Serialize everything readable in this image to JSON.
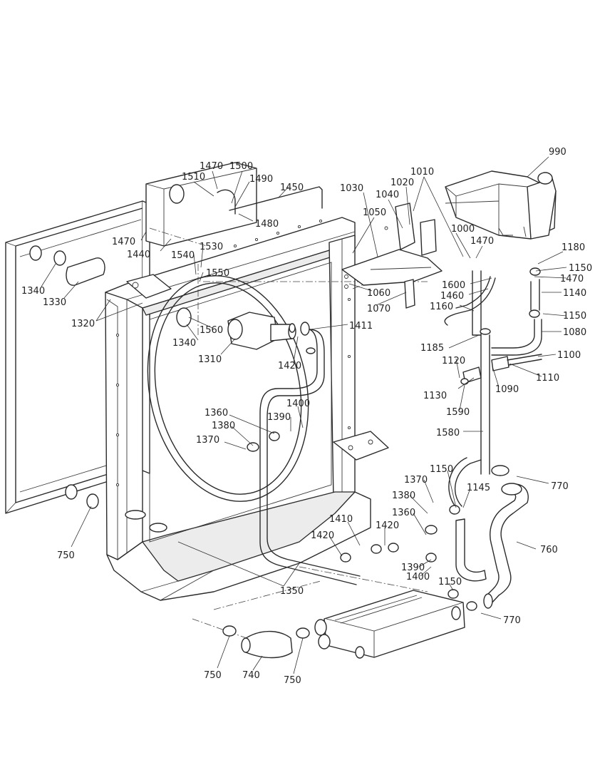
{
  "labels": [
    {
      "text": "990"
    },
    {
      "text": "1010"
    },
    {
      "text": "1020"
    },
    {
      "text": "1040"
    },
    {
      "text": "1030"
    },
    {
      "text": "1050"
    },
    {
      "text": "1000"
    },
    {
      "text": "1470"
    },
    {
      "text": "1180"
    },
    {
      "text": "1150"
    },
    {
      "text": "1470"
    },
    {
      "text": "1140"
    },
    {
      "text": "1600"
    },
    {
      "text": "1460"
    },
    {
      "text": "1160"
    },
    {
      "text": "1150"
    },
    {
      "text": "1080"
    },
    {
      "text": "1185"
    },
    {
      "text": "1120"
    },
    {
      "text": "1100"
    },
    {
      "text": "1110"
    },
    {
      "text": "1130"
    },
    {
      "text": "1090"
    },
    {
      "text": "1590"
    },
    {
      "text": "1580"
    },
    {
      "text": "1470"
    },
    {
      "text": "1500"
    },
    {
      "text": "1510"
    },
    {
      "text": "1490"
    },
    {
      "text": "1450"
    },
    {
      "text": "1480"
    },
    {
      "text": "1470"
    },
    {
      "text": "1440"
    },
    {
      "text": "1530"
    },
    {
      "text": "1540"
    },
    {
      "text": "1550"
    },
    {
      "text": "1060"
    },
    {
      "text": "1070"
    },
    {
      "text": "1340"
    },
    {
      "text": "1330"
    },
    {
      "text": "1320"
    },
    {
      "text": "1560"
    },
    {
      "text": "1340"
    },
    {
      "text": "1310"
    },
    {
      "text": "1411"
    },
    {
      "text": "1420"
    },
    {
      "text": "1360"
    },
    {
      "text": "1380"
    },
    {
      "text": "1390"
    },
    {
      "text": "1400"
    },
    {
      "text": "1370"
    },
    {
      "text": "1150"
    },
    {
      "text": "1145"
    },
    {
      "text": "770"
    },
    {
      "text": "1370"
    },
    {
      "text": "1380"
    },
    {
      "text": "1360"
    },
    {
      "text": "1410"
    },
    {
      "text": "1420"
    },
    {
      "text": "1420"
    },
    {
      "text": "760"
    },
    {
      "text": "1390"
    },
    {
      "text": "1400"
    },
    {
      "text": "1150"
    },
    {
      "text": "750"
    },
    {
      "text": "1350"
    },
    {
      "text": "770"
    },
    {
      "text": "750"
    },
    {
      "text": "740"
    },
    {
      "text": "750"
    }
  ]
}
